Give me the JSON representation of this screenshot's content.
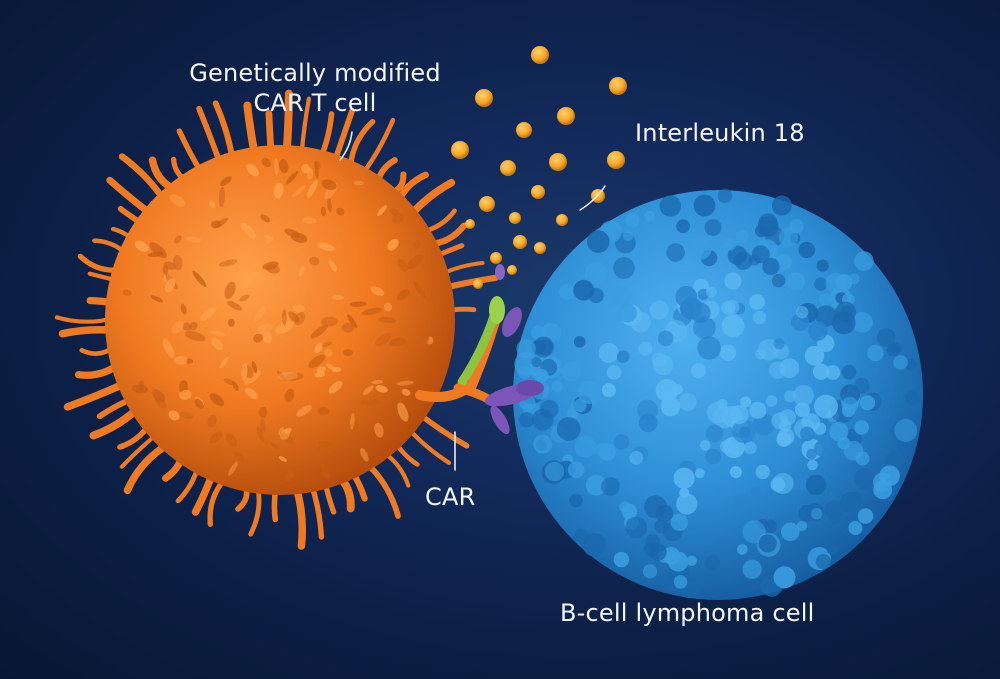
{
  "labels": {
    "car_t_cell_line1": "Genetically modified",
    "car_t_cell_line2": "CAR T cell",
    "interleukin": "Interleukin 18",
    "car": "CAR",
    "lymphoma": "B-cell lymphoma cell"
  },
  "colors": {
    "background": "#0c1f45",
    "car_t_cell": "#f07a22",
    "lymphoma_cell": "#2e8fd6",
    "interleukin_particles": "#f7a623",
    "car_receptor_green": "#8cc63f",
    "antigen_purple": "#7b56b8",
    "label_text": "#f4f6fb"
  }
}
